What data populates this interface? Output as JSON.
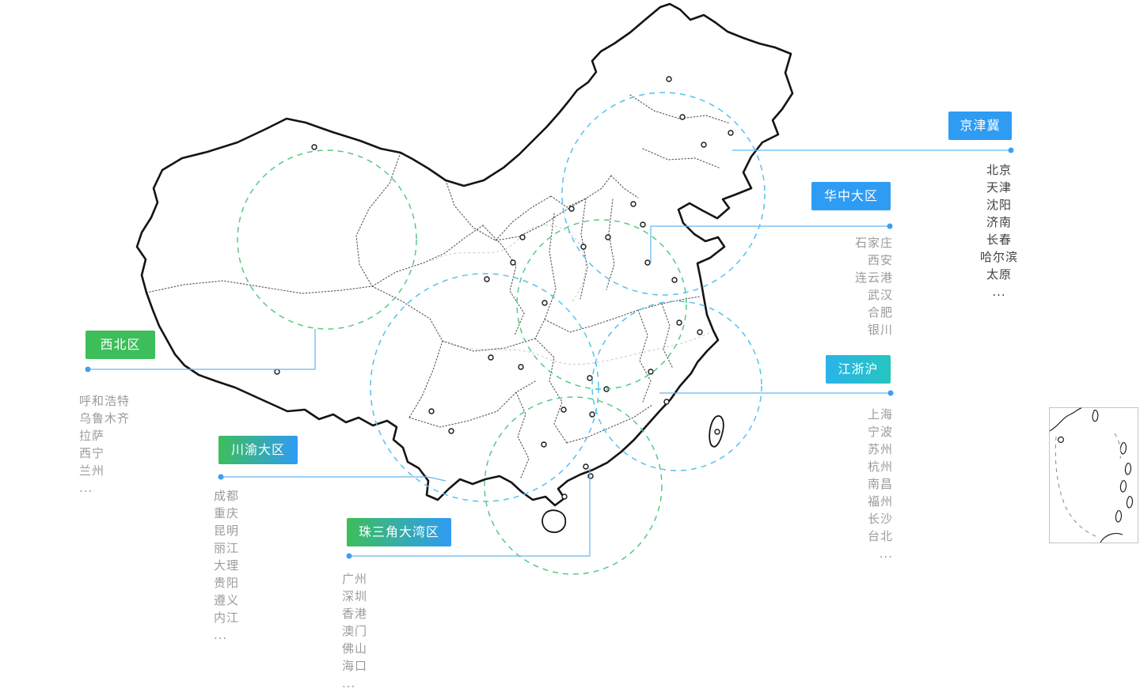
{
  "page": {
    "background": "#ffffff"
  },
  "map_colors": {
    "border": "#141414",
    "province": "#555555",
    "river": "#c9c9c9",
    "circle_blue": "#55c1f2",
    "circle_green": "#55ca83",
    "connector": "#63b8f2",
    "dot": "#3f9ff0",
    "inset_border": "#c4c4c4"
  },
  "regions": [
    {
      "label": "京津冀",
      "colors": [
        "#2f9cf4"
      ],
      "city_text_color": "#3f3f3f",
      "cities": [
        "北京",
        "天津",
        "沈阳",
        "济南",
        "长春",
        "哈尔滨",
        "太原",
        "..."
      ]
    },
    {
      "label": "华中大区",
      "colors": [
        "#2f9cf4"
      ],
      "city_text_color": "#9b9b9b",
      "cities": [
        "石家庄",
        "西安",
        "连云港",
        "武汉",
        "合肥",
        "银川"
      ]
    },
    {
      "label": "西北区",
      "colors": [
        "#3dbe5b"
      ],
      "city_text_color": "#9b9b9b",
      "cities": [
        "呼和浩特",
        "乌鲁木齐",
        "拉萨",
        "西宁",
        "兰州",
        "..."
      ]
    },
    {
      "label": "川渝大区",
      "colors": [
        "#3dbe5b",
        "#2f9cf4"
      ],
      "city_text_color": "#9b9b9b",
      "cities": [
        "成都",
        "重庆",
        "昆明",
        "丽江",
        "大理",
        "贵阳",
        "遵义",
        "内江",
        "..."
      ]
    },
    {
      "label": "珠三角大湾区",
      "colors": [
        "#3dbe5b",
        "#2f9cf4"
      ],
      "city_text_color": "#9b9b9b",
      "cities": [
        "广州",
        "深圳",
        "香港",
        "澳门",
        "佛山",
        "海口",
        "..."
      ]
    },
    {
      "label": "江浙沪",
      "colors": [
        "#2bb3e8",
        "#25c5c0"
      ],
      "city_text_color": "#9b9b9b",
      "cities": [
        "上海",
        "宁波",
        "苏州",
        "杭州",
        "南昌",
        "福州",
        "长沙",
        "台北",
        "..."
      ]
    }
  ]
}
